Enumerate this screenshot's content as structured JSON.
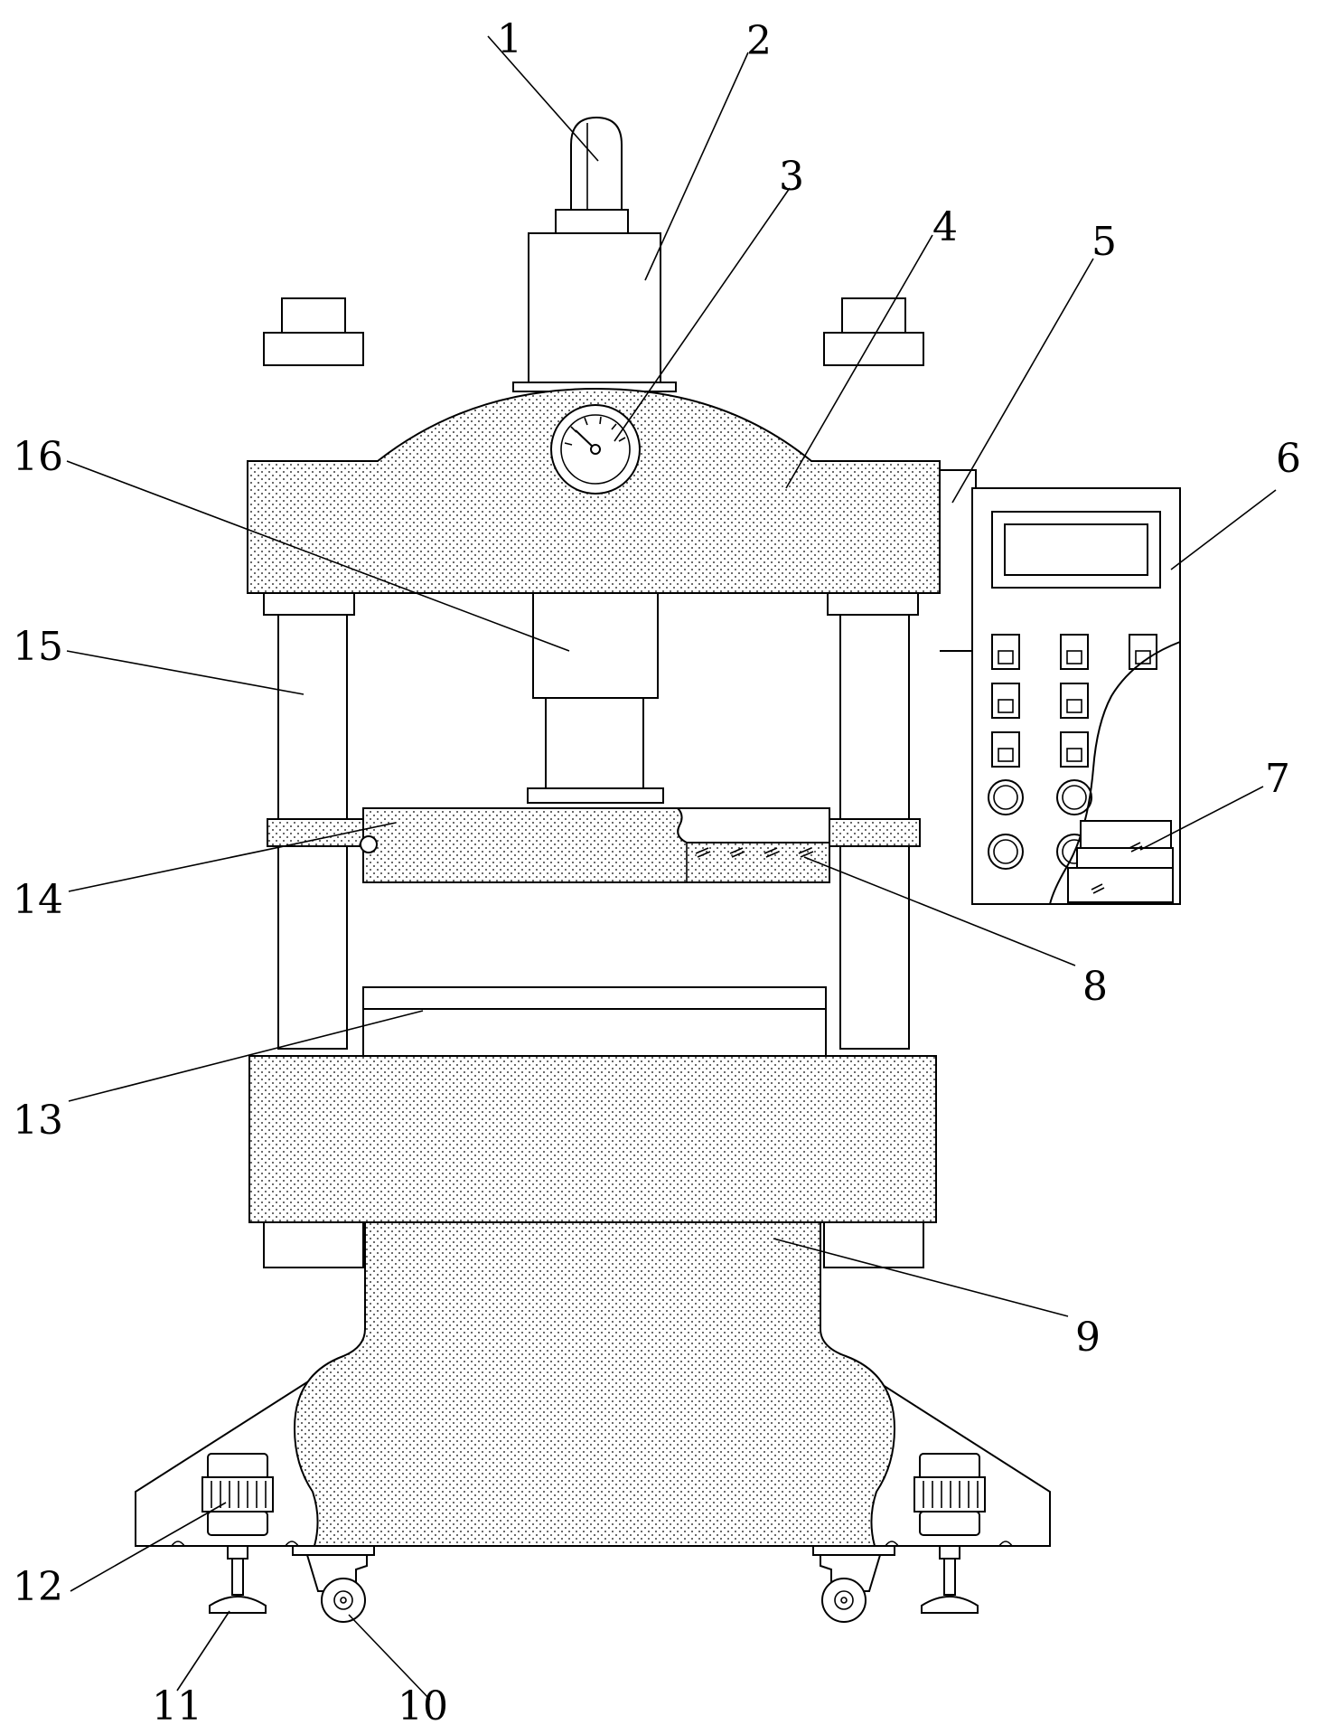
{
  "figure": {
    "labels": [
      "1",
      "2",
      "3",
      "4",
      "5",
      "6",
      "7",
      "8",
      "9",
      "10",
      "11",
      "12",
      "13",
      "14",
      "15",
      "16"
    ]
  },
  "colors": {
    "line": "#000000",
    "paper": "#ffffff"
  }
}
